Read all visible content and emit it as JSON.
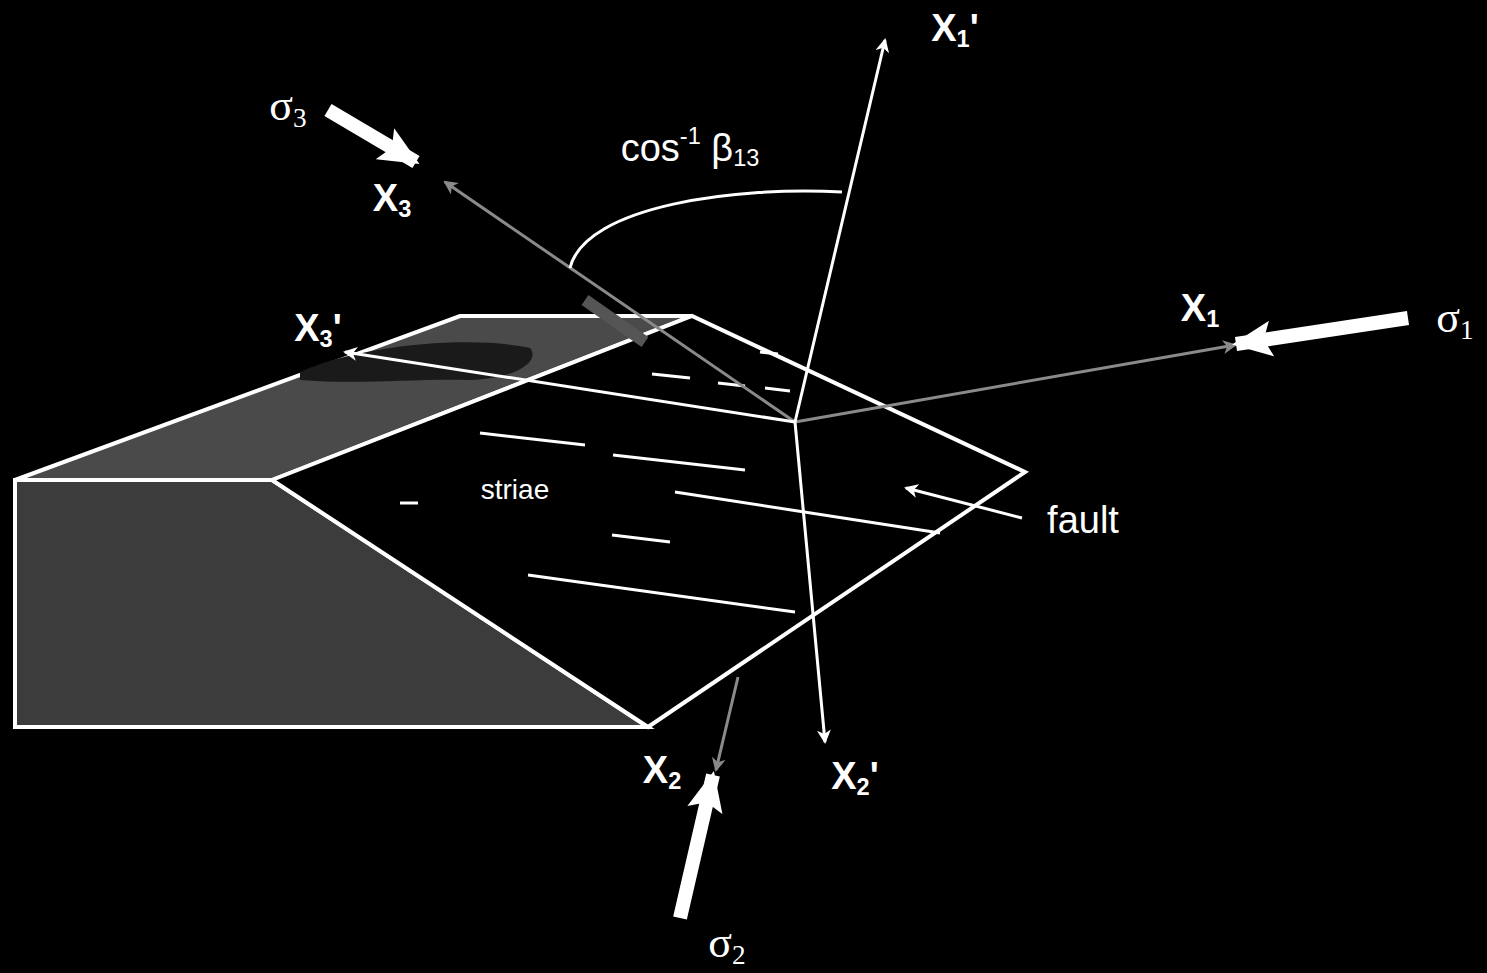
{
  "diagram": {
    "labels": [
      "X1'",
      "σ3",
      "cos-1 β13",
      "X3",
      "X3'",
      "X1",
      "σ1",
      "striae",
      "fault",
      "X2",
      "X2'",
      "σ2"
    ]
  }
}
